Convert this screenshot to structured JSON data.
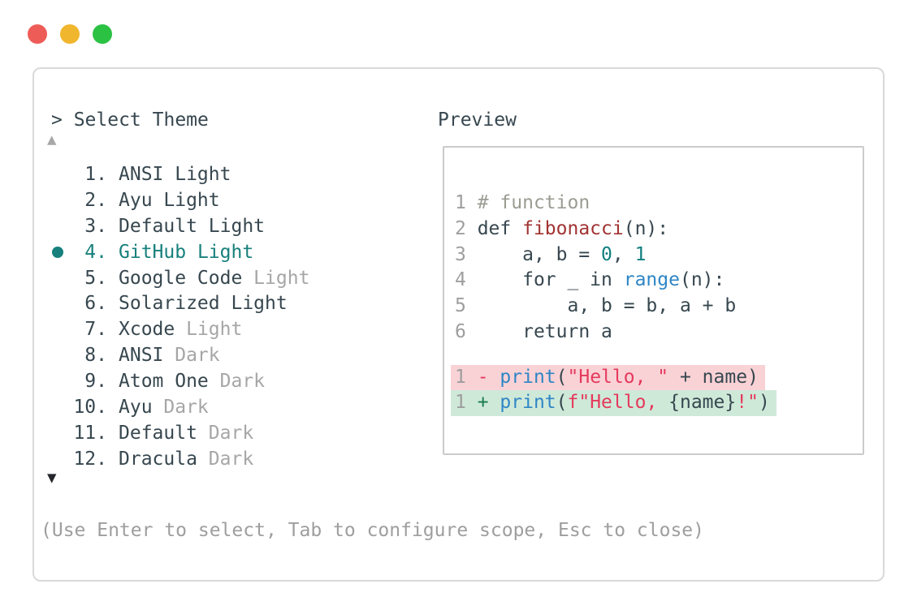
{
  "colors": {
    "accent": "#17807c",
    "text": "#37474f",
    "muted": "#a6a6a6",
    "hint": "#9e9e9e",
    "line_number": "#9e9e9e",
    "comment": "#9c9c94",
    "function_name": "#a13332",
    "number_literal": "#107f80",
    "builtin": "#2f86c5",
    "string": "#e5395c",
    "diff_minus": "#e5395c",
    "diff_plus": "#177c4d",
    "diff_removed_bg": "#f9d2d6",
    "diff_added_bg": "#cfe9d9",
    "panel_border": "#d9d9d9",
    "preview_border": "#cbcbcb",
    "scroll_up": "#a8a8a8",
    "scroll_down": "#23272b"
  },
  "window": {
    "controls": [
      {
        "name": "close",
        "color": "#ee5c57"
      },
      {
        "name": "minimize",
        "color": "#f0b62e"
      },
      {
        "name": "zoom",
        "color": "#2bc244"
      }
    ]
  },
  "selector": {
    "prompt": "> Select Theme",
    "scroll_up": "▲",
    "scroll_down": "▼",
    "items": [
      {
        "number": "1.",
        "name": "ANSI",
        "suffix": " Light",
        "suffix_muted": false,
        "selected": false
      },
      {
        "number": "2.",
        "name": "Ayu",
        "suffix": " Light",
        "suffix_muted": false,
        "selected": false
      },
      {
        "number": "3.",
        "name": "Default",
        "suffix": " Light",
        "suffix_muted": false,
        "selected": false
      },
      {
        "number": "4.",
        "name": "GitHub",
        "suffix": " Light",
        "suffix_muted": false,
        "selected": true
      },
      {
        "number": "5.",
        "name": "Google Code",
        "suffix": " Light",
        "suffix_muted": true,
        "selected": false
      },
      {
        "number": "6.",
        "name": "Solarized",
        "suffix": " Light",
        "suffix_muted": false,
        "selected": false
      },
      {
        "number": "7.",
        "name": "Xcode",
        "suffix": " Light",
        "suffix_muted": true,
        "selected": false
      },
      {
        "number": "8.",
        "name": "ANSI",
        "suffix": " Dark",
        "suffix_muted": true,
        "selected": false
      },
      {
        "number": "9.",
        "name": "Atom One",
        "suffix": " Dark",
        "suffix_muted": true,
        "selected": false
      },
      {
        "number": "10.",
        "name": "Ayu",
        "suffix": " Dark",
        "suffix_muted": true,
        "selected": false
      },
      {
        "number": "11.",
        "name": "Default",
        "suffix": " Dark",
        "suffix_muted": true,
        "selected": false
      },
      {
        "number": "12.",
        "name": "Dracula",
        "suffix": " Dark",
        "suffix_muted": true,
        "selected": false
      }
    ],
    "hint": "(Use Enter to select, Tab to configure scope, Esc to close)"
  },
  "preview": {
    "title": "Preview",
    "code_lines": [
      {
        "number": "1",
        "tokens": [
          {
            "text": "# function",
            "style": "comment"
          }
        ]
      },
      {
        "number": "2",
        "tokens": [
          {
            "text": "def ",
            "style": "code"
          },
          {
            "text": "fibonacci",
            "style": "func"
          },
          {
            "text": "(n):",
            "style": "code"
          }
        ]
      },
      {
        "number": "3",
        "tokens": [
          {
            "text": "    a, b = ",
            "style": "code"
          },
          {
            "text": "0",
            "style": "num"
          },
          {
            "text": ", ",
            "style": "code"
          },
          {
            "text": "1",
            "style": "num"
          }
        ]
      },
      {
        "number": "4",
        "tokens": [
          {
            "text": "    for _ in ",
            "style": "code"
          },
          {
            "text": "range",
            "style": "builtin"
          },
          {
            "text": "(n):",
            "style": "code"
          }
        ]
      },
      {
        "number": "5",
        "tokens": [
          {
            "text": "        a, b = b, a + b",
            "style": "code"
          }
        ]
      },
      {
        "number": "6",
        "tokens": [
          {
            "text": "    return a",
            "style": "code"
          }
        ]
      }
    ],
    "diff_lines": [
      {
        "number": "1",
        "kind": "removed",
        "tokens": [
          {
            "text": "- ",
            "style": "minus"
          },
          {
            "text": "print",
            "style": "builtin"
          },
          {
            "text": "(",
            "style": "code"
          },
          {
            "text": "\"Hello, \"",
            "style": "string"
          },
          {
            "text": " + name)",
            "style": "code"
          }
        ]
      },
      {
        "number": "1",
        "kind": "added",
        "tokens": [
          {
            "text": "+ ",
            "style": "plus"
          },
          {
            "text": "print",
            "style": "builtin"
          },
          {
            "text": "(",
            "style": "code"
          },
          {
            "text": "f\"Hello, ",
            "style": "string"
          },
          {
            "text": "{name}",
            "style": "code"
          },
          {
            "text": "!\"",
            "style": "string"
          },
          {
            "text": ")",
            "style": "code"
          }
        ]
      }
    ]
  }
}
